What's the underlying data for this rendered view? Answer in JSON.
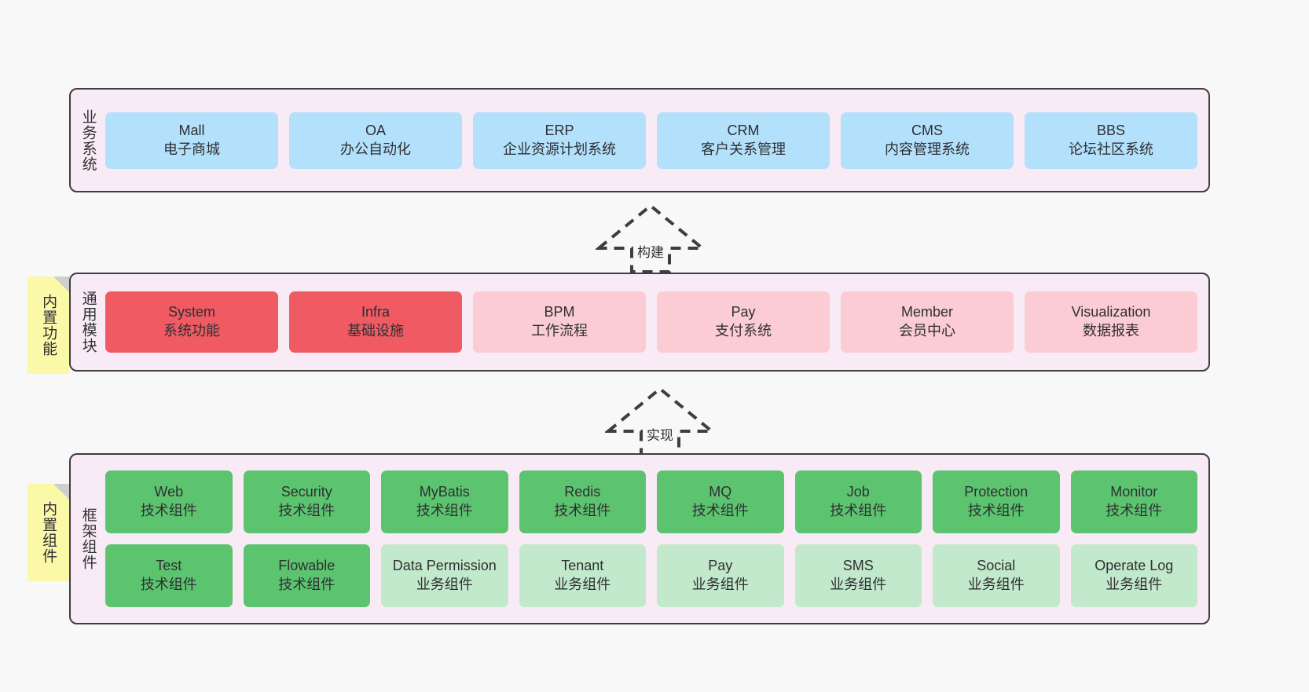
{
  "diagram": {
    "background": "#f8f8f8",
    "layer_bg": "#f9ebf5",
    "layer_border": "#3d3d42",
    "note_bg": "#fbf8a8",
    "note_fold": "#cfcfcf",
    "color_blue": "#b3e0fb",
    "color_red": "#ef5a63",
    "color_pink": "#fbccd4",
    "color_green": "#5cc46f",
    "color_green_light": "#c2e9cb"
  },
  "layers": [
    {
      "title": "业务系统",
      "name": "business-system",
      "rows": [
        {
          "cells": [
            {
              "name": "mall",
              "primary": "Mall",
              "secondary": "电子商城",
              "color": "#b3e0fb"
            },
            {
              "name": "oa",
              "primary": "OA",
              "secondary": "办公自动化",
              "color": "#b3e0fb"
            },
            {
              "name": "erp",
              "primary": "ERP",
              "secondary": "企业资源计划系统",
              "color": "#b3e0fb"
            },
            {
              "name": "crm",
              "primary": "CRM",
              "secondary": "客户关系管理",
              "color": "#b3e0fb"
            },
            {
              "name": "cms",
              "primary": "CMS",
              "secondary": "内容管理系统",
              "color": "#b3e0fb"
            },
            {
              "name": "bbs",
              "primary": "BBS",
              "secondary": "论坛社区系统",
              "color": "#b3e0fb"
            }
          ]
        }
      ]
    },
    {
      "title": "通用模块",
      "name": "common-module",
      "note": "内置功能",
      "rows": [
        {
          "cells": [
            {
              "name": "system",
              "primary": "System",
              "secondary": "系统功能",
              "color": "#ef5a63"
            },
            {
              "name": "infra",
              "primary": "Infra",
              "secondary": "基础设施",
              "color": "#ef5a63"
            },
            {
              "name": "bpm",
              "primary": "BPM",
              "secondary": "工作流程",
              "color": "#fbccd4"
            },
            {
              "name": "pay",
              "primary": "Pay",
              "secondary": "支付系统",
              "color": "#fbccd4"
            },
            {
              "name": "member",
              "primary": "Member",
              "secondary": "会员中心",
              "color": "#fbccd4"
            },
            {
              "name": "visualization",
              "primary": "Visualization",
              "secondary": "数据报表",
              "color": "#fbccd4"
            }
          ]
        }
      ]
    },
    {
      "title": "框架组件",
      "name": "framework-component",
      "note": "内置组件",
      "rows": [
        {
          "cells": [
            {
              "name": "web",
              "primary": "Web",
              "secondary": "技术组件",
              "color": "#5cc46f"
            },
            {
              "name": "security",
              "primary": "Security",
              "secondary": "技术组件",
              "color": "#5cc46f"
            },
            {
              "name": "mybatis",
              "primary": "MyBatis",
              "secondary": "技术组件",
              "color": "#5cc46f"
            },
            {
              "name": "redis",
              "primary": "Redis",
              "secondary": "技术组件",
              "color": "#5cc46f"
            },
            {
              "name": "mq",
              "primary": "MQ",
              "secondary": "技术组件",
              "color": "#5cc46f"
            },
            {
              "name": "job",
              "primary": "Job",
              "secondary": "技术组件",
              "color": "#5cc46f"
            },
            {
              "name": "protection",
              "primary": "Protection",
              "secondary": "技术组件",
              "color": "#5cc46f"
            },
            {
              "name": "monitor",
              "primary": "Monitor",
              "secondary": "技术组件",
              "color": "#5cc46f"
            }
          ]
        },
        {
          "cells": [
            {
              "name": "test",
              "primary": "Test",
              "secondary": "技术组件",
              "color": "#5cc46f"
            },
            {
              "name": "flowable",
              "primary": "Flowable",
              "secondary": "技术组件",
              "color": "#5cc46f"
            },
            {
              "name": "data-permission",
              "primary": "Data Permission",
              "secondary": "业务组件",
              "color": "#c2e9cb"
            },
            {
              "name": "tenant",
              "primary": "Tenant",
              "secondary": "业务组件",
              "color": "#c2e9cb"
            },
            {
              "name": "pay",
              "primary": "Pay",
              "secondary": "业务组件",
              "color": "#c2e9cb"
            },
            {
              "name": "sms",
              "primary": "SMS",
              "secondary": "业务组件",
              "color": "#c2e9cb"
            },
            {
              "name": "social",
              "primary": "Social",
              "secondary": "业务组件",
              "color": "#c2e9cb"
            },
            {
              "name": "operate-log",
              "primary": "Operate Log",
              "secondary": "业务组件",
              "color": "#c2e9cb"
            }
          ]
        }
      ]
    }
  ],
  "arrows": [
    {
      "name": "build-arrow",
      "label": "构建"
    },
    {
      "name": "implement-arrow",
      "label": "实现"
    }
  ]
}
